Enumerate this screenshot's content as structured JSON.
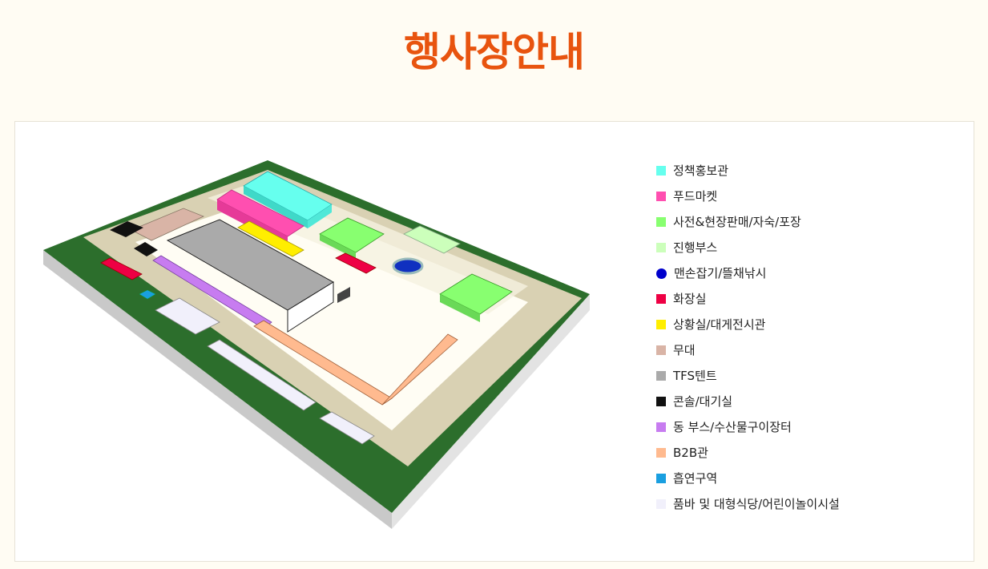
{
  "page": {
    "title": "행사장안내"
  },
  "legend": [
    {
      "label": "정책홍보관",
      "color": "#66ffee",
      "shape": "square"
    },
    {
      "label": "푸드마켓",
      "color": "#ff4fb0",
      "shape": "square"
    },
    {
      "label": "사전&현장판매/자숙/포장",
      "color": "#88ff70",
      "shape": "square"
    },
    {
      "label": "진행부스",
      "color": "#ccffbb",
      "shape": "square"
    },
    {
      "label": "맨손잡기/뜰채낚시",
      "color": "#0000cc",
      "shape": "circle"
    },
    {
      "label": "화장실",
      "color": "#ee0044",
      "shape": "square"
    },
    {
      "label": "상황실/대게전시관",
      "color": "#ffee00",
      "shape": "square"
    },
    {
      "label": "무대",
      "color": "#d9b4a6",
      "shape": "square"
    },
    {
      "label": "TFS텐트",
      "color": "#aaaaaa",
      "shape": "square"
    },
    {
      "label": "콘솔/대기실",
      "color": "#111111",
      "shape": "square"
    },
    {
      "label": "동 부스/수산물구이장터",
      "color": "#c77cf0",
      "shape": "square"
    },
    {
      "label": "B2B관",
      "color": "#ffba8f",
      "shape": "square"
    },
    {
      "label": "흡연구역",
      "color": "#1a9fe0",
      "shape": "square"
    },
    {
      "label": "품바 및 대형식당/어린이놀이시설",
      "color": "#f1f0fb",
      "shape": "square"
    }
  ],
  "map": {
    "grass_color": "#2c6e2c",
    "road_color": "#d9d1b3",
    "plaza_color": "#fffdf4"
  }
}
